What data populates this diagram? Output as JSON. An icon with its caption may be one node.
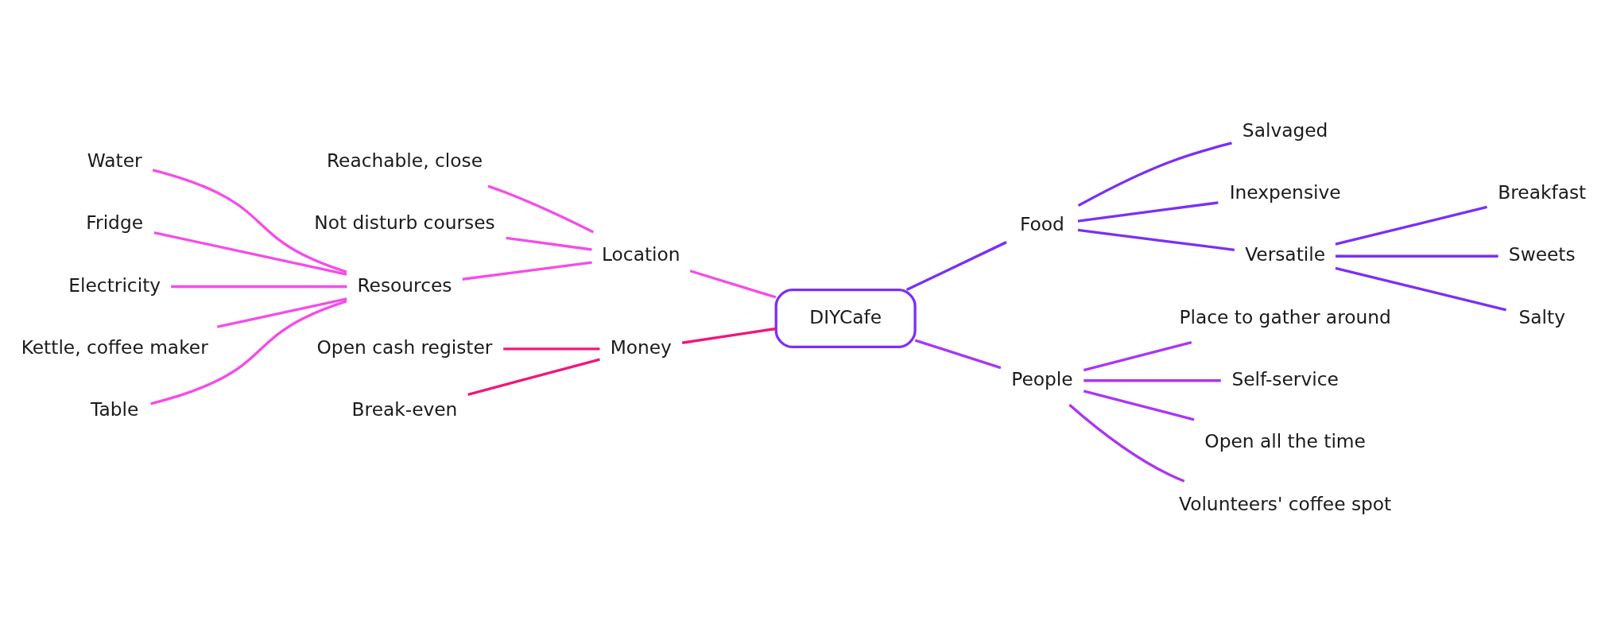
{
  "diagram": {
    "nodes": [
      {
        "text": [
          "DIYCafe"
        ]
      },
      {
        "text": [
          "Location"
        ]
      },
      {
        "text": [
          "Reachable, close"
        ]
      },
      {
        "text": [
          "Not disturb courses"
        ]
      },
      {
        "text": [
          "Resources"
        ]
      },
      {
        "text": [
          "Water"
        ]
      },
      {
        "text": [
          "Fridge"
        ]
      },
      {
        "text": [
          "Electricity"
        ]
      },
      {
        "text": [
          "Kettle, coffee maker"
        ]
      },
      {
        "text": [
          "Table"
        ]
      },
      {
        "text": [
          "Money"
        ]
      },
      {
        "text": [
          "Open cash register"
        ]
      },
      {
        "text": [
          "Break-even"
        ]
      },
      {
        "text": [
          "Food"
        ]
      },
      {
        "text": [
          "Salvaged"
        ]
      },
      {
        "text": [
          "Inexpensive"
        ]
      },
      {
        "text": [
          "Versatile"
        ]
      },
      {
        "text": [
          "Breakfast"
        ]
      },
      {
        "text": [
          "Sweets"
        ]
      },
      {
        "text": [
          "Salty"
        ]
      },
      {
        "text": [
          "People"
        ]
      },
      {
        "text": [
          "Place to gather around"
        ]
      },
      {
        "text": [
          "Self-service"
        ]
      },
      {
        "text": [
          "Open all the time"
        ]
      },
      {
        "text": [
          "Volunteers' coffee spot"
        ]
      }
    ],
    "edges": [
      {
        "from": 0,
        "to": 1,
        "arrow": "none",
        "color": "#f54ce8"
      },
      {
        "from": 1,
        "to": 2,
        "arrow": "none",
        "color": "#f54ce8"
      },
      {
        "from": 1,
        "to": 3,
        "arrow": "none",
        "color": "#f54ce8"
      },
      {
        "from": 1,
        "to": 4,
        "arrow": "none",
        "color": "#f54ce8"
      },
      {
        "from": 4,
        "to": 5,
        "arrow": "none",
        "color": "#f54ce8"
      },
      {
        "from": 4,
        "to": 6,
        "arrow": "none",
        "color": "#f54ce8"
      },
      {
        "from": 4,
        "to": 7,
        "arrow": "none",
        "color": "#f54ce8"
      },
      {
        "from": 4,
        "to": 8,
        "arrow": "none",
        "color": "#f54ce8"
      },
      {
        "from": 4,
        "to": 9,
        "arrow": "none",
        "color": "#f54ce8"
      },
      {
        "from": 0,
        "to": 10,
        "arrow": "none",
        "color": "#f2167a"
      },
      {
        "from": 10,
        "to": 11,
        "arrow": "none",
        "color": "#f2167a"
      },
      {
        "from": 10,
        "to": 12,
        "arrow": "none",
        "color": "#f2167a"
      },
      {
        "from": 0,
        "to": 13,
        "arrow": "none",
        "color": "#7b2ff7"
      },
      {
        "from": 13,
        "to": 14,
        "arrow": "none",
        "color": "#7b2ff7"
      },
      {
        "from": 13,
        "to": 15,
        "arrow": "none",
        "color": "#7b2ff7"
      },
      {
        "from": 13,
        "to": 16,
        "arrow": "none",
        "color": "#7b2ff7"
      },
      {
        "from": 16,
        "to": 17,
        "arrow": "none",
        "color": "#7b2ff7"
      },
      {
        "from": 16,
        "to": 18,
        "arrow": "none",
        "color": "#7b2ff7"
      },
      {
        "from": 16,
        "to": 19,
        "arrow": "none",
        "color": "#7b2ff7"
      },
      {
        "from": 0,
        "to": 20,
        "arrow": "none",
        "color": "#ab35f5"
      },
      {
        "from": 20,
        "to": 21,
        "arrow": "none",
        "color": "#ab35f5"
      },
      {
        "from": 20,
        "to": 22,
        "arrow": "none",
        "color": "#ab35f5"
      },
      {
        "from": 20,
        "to": 23,
        "arrow": "none",
        "color": "#ab35f5"
      },
      {
        "from": 20,
        "to": 24,
        "arrow": "none",
        "color": "#ab35f5"
      }
    ]
  }
}
